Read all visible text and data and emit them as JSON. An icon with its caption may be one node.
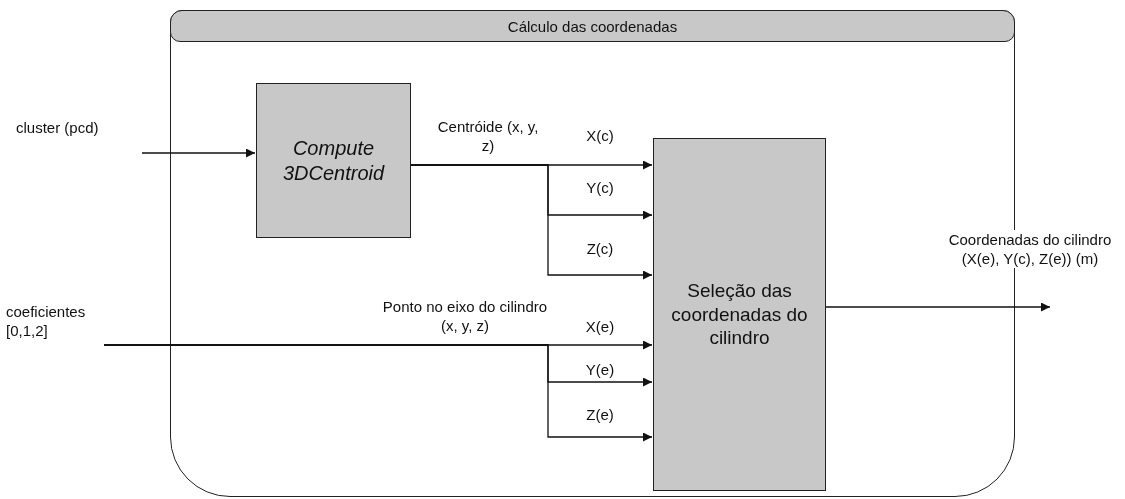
{
  "diagram": {
    "nodes": [
      {
        "text": [
          "Cálculo das coordenadas"
        ]
      },
      {
        "text": [
          "cluster (pcd)"
        ]
      },
      {
        "text": [
          "Compute 3DCentroid"
        ],
        "in": 0
      },
      {
        "text": [
          "coeficientes [0,1,2]"
        ]
      },
      {
        "text": [
          "Seleção das coordenadas do cilindro"
        ],
        "in": 0
      }
    ],
    "edges": [
      {
        "from": 1,
        "to": 2,
        "arrow": "to"
      },
      {
        "from": 2,
        "to": 4,
        "arrow": "to",
        "label": "X(c)"
      },
      {
        "from": 2,
        "to": 4,
        "arrow": "to",
        "label": "Y(c)"
      },
      {
        "from": 2,
        "to": 4,
        "arrow": "to",
        "label": "Z(c)"
      },
      {
        "from": 3,
        "to": 4,
        "arrow": "to",
        "label": "X(e)"
      },
      {
        "from": 3,
        "to": 4,
        "arrow": "to",
        "label": "Y(e)"
      },
      {
        "from": 3,
        "to": 4,
        "arrow": "to",
        "label": "Z(e)"
      },
      {
        "from": 4,
        "to": null,
        "arrow": "to",
        "label": "Coordenadas do cilindro (X(e), Y(c), Z(e)) (m)"
      }
    ],
    "labels": [
      "Centróide (x, y, z)",
      "Ponto no eixo do cilindro (x, y, z)"
    ]
  }
}
